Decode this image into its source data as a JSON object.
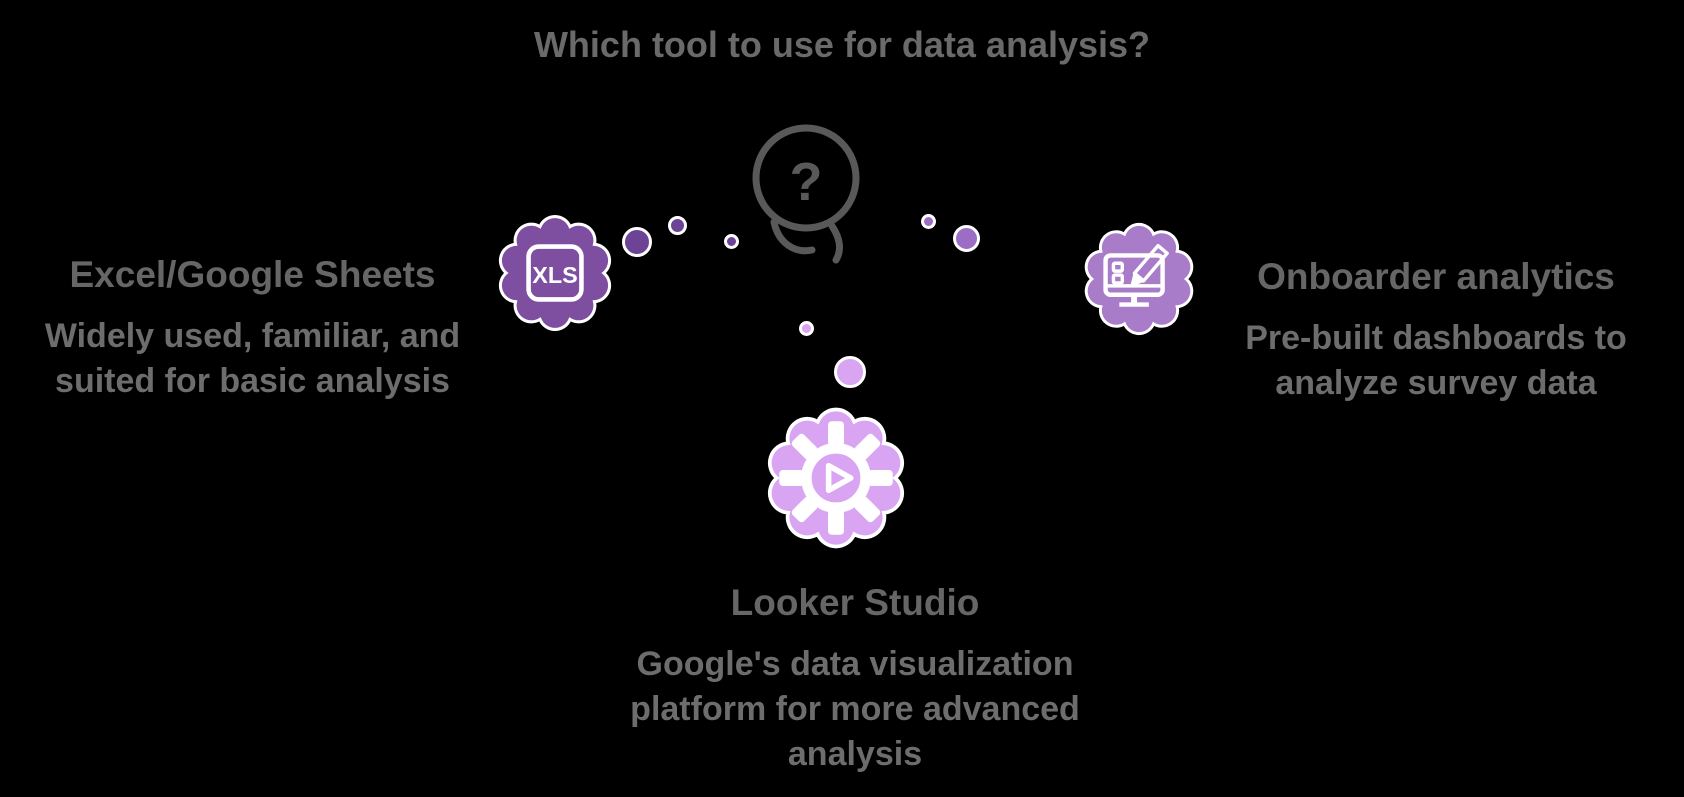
{
  "title": "Which tool to use for data analysis?",
  "center": {
    "icon": "thinking-head-icon"
  },
  "nodes": [
    {
      "id": "excel-google-sheets",
      "heading": "Excel/Google Sheets",
      "body": "Widely used, familiar, and suited for basic analysis",
      "icon": "xls-spreadsheet-icon",
      "icon_label": "XLS"
    },
    {
      "id": "onboarder-analytics",
      "heading": "Onboarder analytics",
      "body": "Pre-built dashboards to analyze survey data",
      "icon": "dashboard-pencil-icon"
    },
    {
      "id": "looker-studio",
      "heading": "Looker Studio",
      "body": "Google's data visualization platform for more advanced analysis",
      "icon": "gear-play-icon"
    }
  ],
  "colors": {
    "background": "#000000",
    "halo": "#ffffff",
    "title_text": "#6a6a6a",
    "heading_text": "#666666",
    "body_text": "#6d6d6d",
    "center_icon": "#595959",
    "left_blob": "#7e4fa0",
    "left_dot": "#6d4396",
    "right_blob": "#a97cc9",
    "right_dot": "#9b6dc4",
    "bottom_blob": "#d9a4f1",
    "bottom_dot": "#d9a4f1"
  }
}
